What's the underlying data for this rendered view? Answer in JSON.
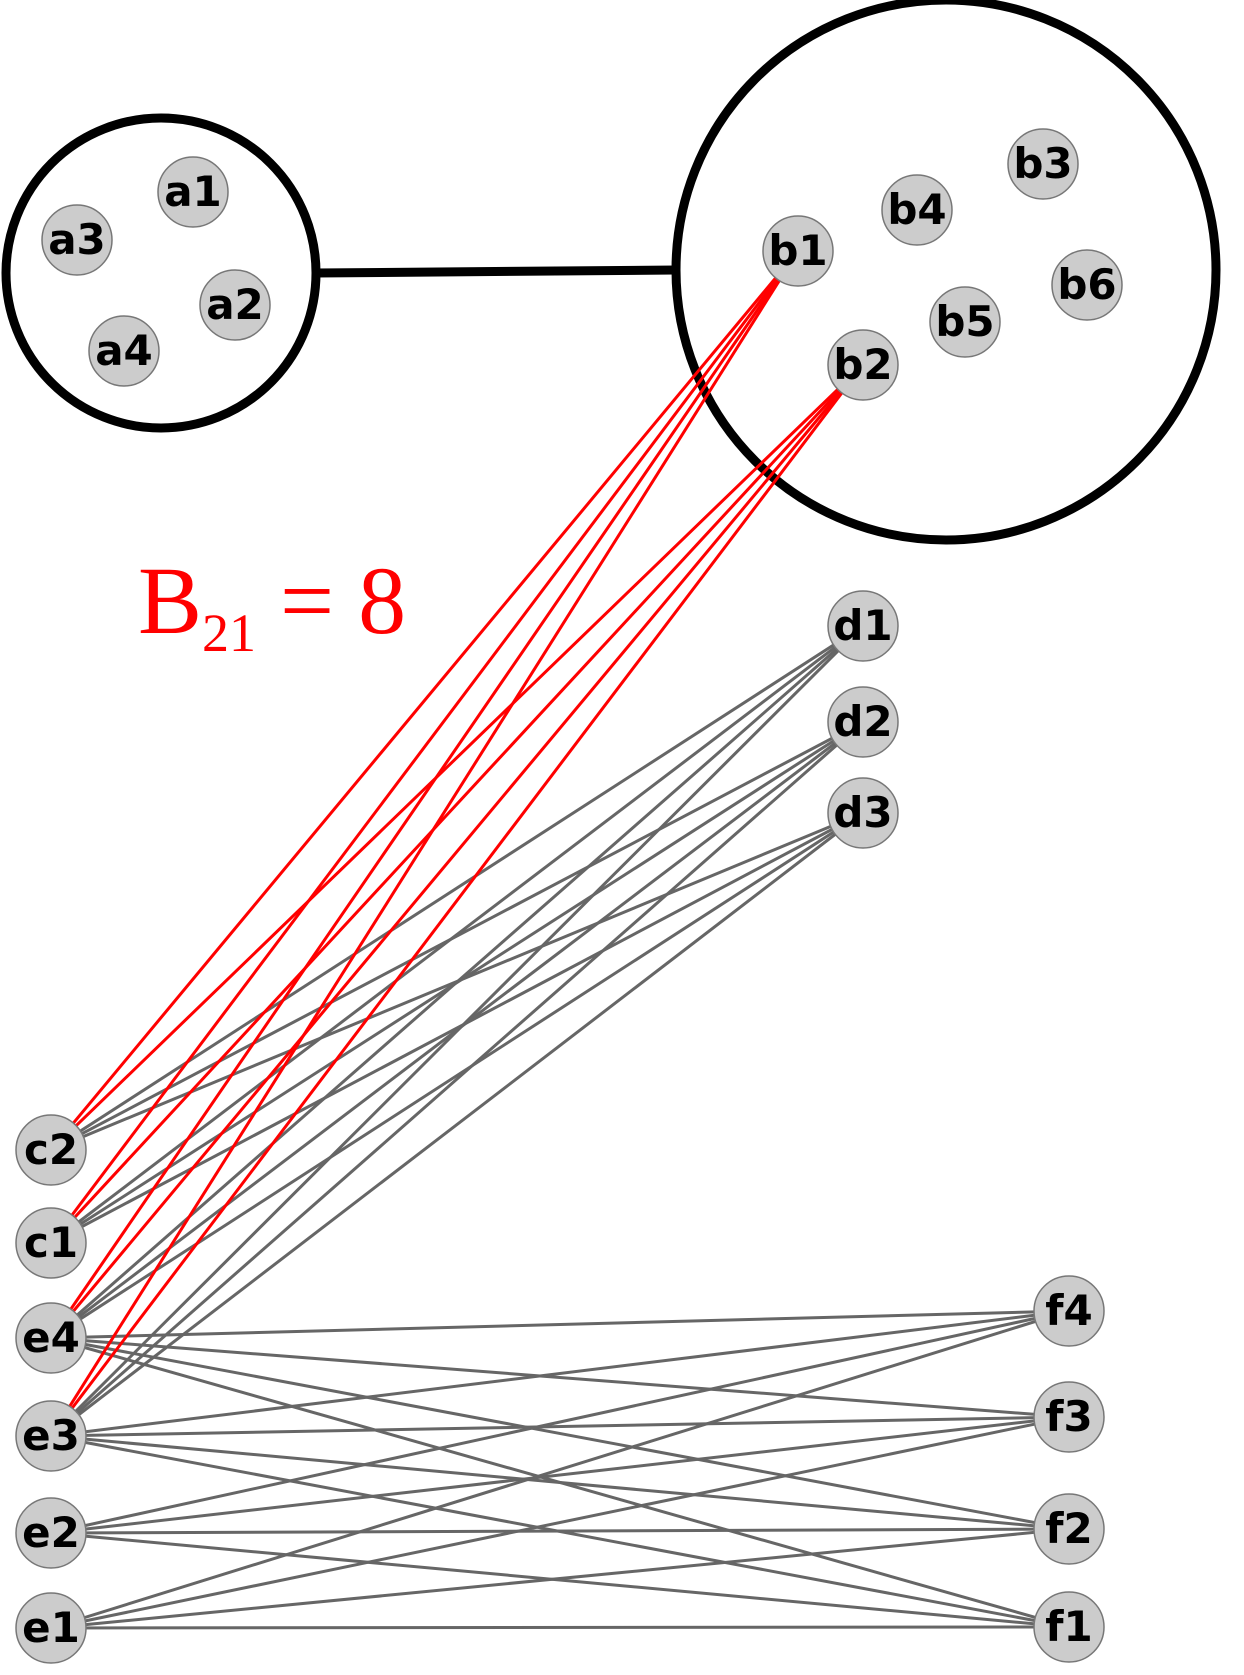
{
  "annotation": {
    "base": "B",
    "subscript": "21",
    "suffix": " = 8",
    "color": "#ff0000"
  },
  "colors": {
    "node_fill": "#cccccc",
    "node_stroke": "#777777",
    "group_stroke": "#000000",
    "edge_gray": "#666666",
    "edge_red": "#ff0000"
  },
  "groups": [
    {
      "id": "group-a",
      "members": [
        "a1",
        "a2",
        "a3",
        "a4"
      ]
    },
    {
      "id": "group-b",
      "members": [
        "b1",
        "b2",
        "b3",
        "b4",
        "b5",
        "b6"
      ]
    }
  ],
  "group_links": [
    {
      "from": "group-a",
      "to": "group-b"
    }
  ],
  "nodes": [
    "a1",
    "a2",
    "a3",
    "a4",
    "b1",
    "b2",
    "b3",
    "b4",
    "b5",
    "b6",
    "d1",
    "d2",
    "d3",
    "c2",
    "c1",
    "e4",
    "e3",
    "e2",
    "e1",
    "f4",
    "f3",
    "f2",
    "f1"
  ],
  "red_edges": [
    {
      "from": "b1",
      "to": "c2"
    },
    {
      "from": "b1",
      "to": "c1"
    },
    {
      "from": "b1",
      "to": "e4"
    },
    {
      "from": "b1",
      "to": "e3"
    },
    {
      "from": "b2",
      "to": "c2"
    },
    {
      "from": "b2",
      "to": "c1"
    },
    {
      "from": "b2",
      "to": "e4"
    },
    {
      "from": "b2",
      "to": "e3"
    }
  ],
  "gray_edges": [
    {
      "from": "d1",
      "to": "c2"
    },
    {
      "from": "d1",
      "to": "c1"
    },
    {
      "from": "d1",
      "to": "e4"
    },
    {
      "from": "d1",
      "to": "e3"
    },
    {
      "from": "d2",
      "to": "c2"
    },
    {
      "from": "d2",
      "to": "c1"
    },
    {
      "from": "d2",
      "to": "e4"
    },
    {
      "from": "d2",
      "to": "e3"
    },
    {
      "from": "d3",
      "to": "c2"
    },
    {
      "from": "d3",
      "to": "c1"
    },
    {
      "from": "d3",
      "to": "e4"
    },
    {
      "from": "d3",
      "to": "e3"
    },
    {
      "from": "e4",
      "to": "f4"
    },
    {
      "from": "e4",
      "to": "f3"
    },
    {
      "from": "e4",
      "to": "f2"
    },
    {
      "from": "e4",
      "to": "f1"
    },
    {
      "from": "e3",
      "to": "f4"
    },
    {
      "from": "e3",
      "to": "f3"
    },
    {
      "from": "e3",
      "to": "f2"
    },
    {
      "from": "e3",
      "to": "f1"
    },
    {
      "from": "e2",
      "to": "f4"
    },
    {
      "from": "e2",
      "to": "f3"
    },
    {
      "from": "e2",
      "to": "f2"
    },
    {
      "from": "e2",
      "to": "f1"
    },
    {
      "from": "e1",
      "to": "f4"
    },
    {
      "from": "e1",
      "to": "f3"
    },
    {
      "from": "e1",
      "to": "f2"
    },
    {
      "from": "e1",
      "to": "f1"
    }
  ]
}
